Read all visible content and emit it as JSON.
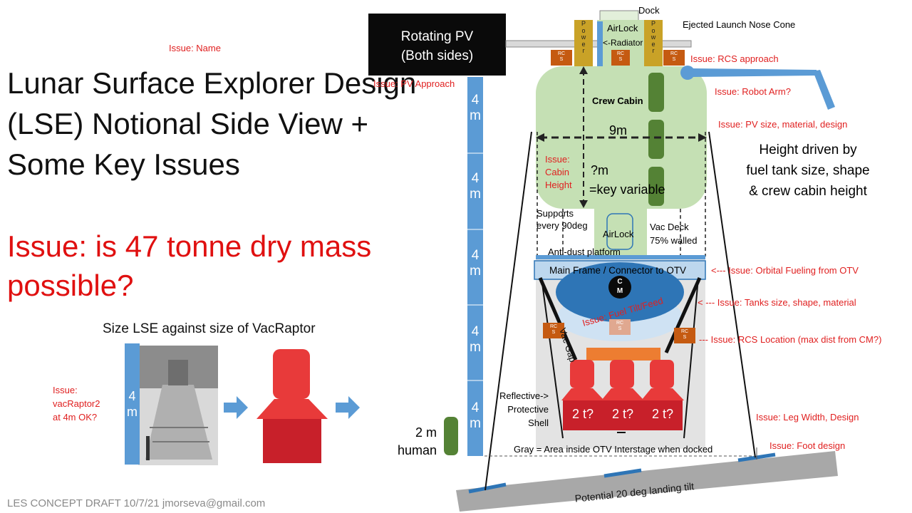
{
  "slide": {
    "title": "Lunar Surface Explorer Design (LSE) Notional Side View + Some Key Issues",
    "mass_issue": "Issue: is 47 tonne dry mass possible?",
    "compare_caption": "Size LSE against size of VacRaptor",
    "footer": "LES CONCEPT DRAFT 10/7/21  jmorseva@gmail.com"
  },
  "issues": {
    "name": "Issue: Name",
    "pv_approach": "Issue: PV Approach",
    "rcs_approach": "Issue: RCS approach",
    "robot_arm": "Issue: Robot Arm?",
    "pv_size": "Issue: PV size, material, design",
    "cabin_height": [
      "Issue:",
      "Cabin",
      "Height"
    ],
    "orbital_fueling": "<--- Issue: Orbital Fueling from OTV",
    "tanks": "< --- Issue: Tanks size, shape, material",
    "rcs_location": "--- Issue: RCS Location (max dist from CM?)",
    "leg_width": "Issue: Leg Width, Design",
    "foot_design": "Issue: Foot design",
    "vacraptor": [
      "Issue:",
      "vacRaptor2",
      "at 4m OK?"
    ]
  },
  "labels": {
    "rotating_pv": [
      "Rotating PV",
      "(Both sides)"
    ],
    "dock": "Dock",
    "ejected_cone": "Ejected Launch Nose Cone",
    "airlock_top": "AirLock",
    "radiator": "<-Radiator",
    "power": "Power",
    "rcs": "RCS",
    "crew_cabin": "Crew Cabin",
    "width_9m": "9m",
    "height_q": "?m",
    "key_variable": "=key variable",
    "height_note": [
      "Height driven by",
      "fuel tank size, shape",
      "& crew cabin height"
    ],
    "supports": [
      "Supports",
      "every 90deg"
    ],
    "airlock_lower": "AirLock",
    "vac_deck": [
      "Vac Deck",
      "75% walled"
    ],
    "anti_dust": "Anti-dust platform",
    "main_frame": "Main Frame / Connector to OTV",
    "cm": [
      "C",
      "M"
    ],
    "fuel_tilt": "Issue: Fuel Tilt/Feed",
    "vac_gap": "Vac Gap",
    "reflective": [
      "Reflective->",
      "Protective",
      "Shell"
    ],
    "engine_mass": "2 t?",
    "human": [
      "2 m",
      "human"
    ],
    "gray_note": "Gray = Area inside OTV Interstage when docked",
    "landing_tilt": "Potential 20 deg landing tilt",
    "scale_4m": "4 m"
  },
  "colors": {
    "scale_blue": "#5b9bd5",
    "cabin_green": "#c5e0b4",
    "dark_green": "#548235",
    "issue_red": "#e02020",
    "power_gold": "#c9a227",
    "rcs_orange": "#c55a11",
    "engine_red": "#e03030",
    "tank_blue": "#2e75b6"
  }
}
